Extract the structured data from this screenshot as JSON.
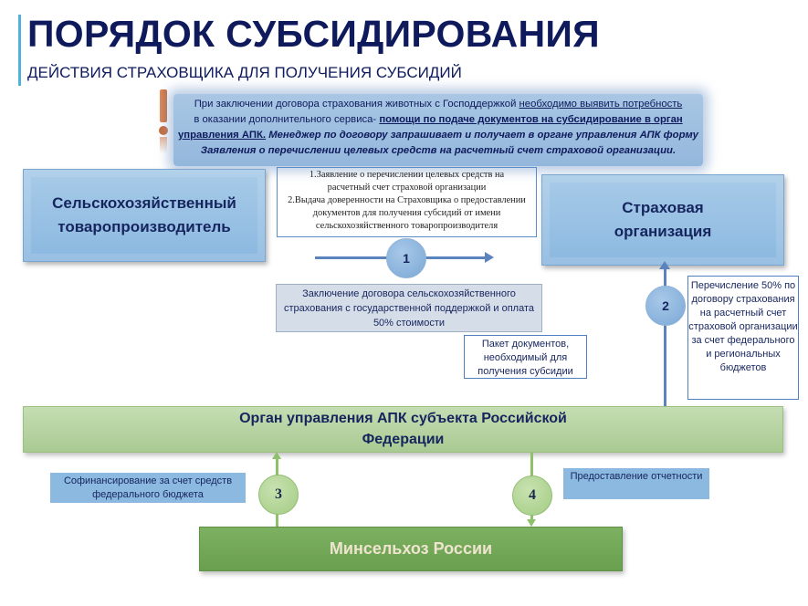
{
  "header": {
    "title": "ПОРЯДОК СУБСИДИРОВАНИЯ",
    "subtitle": "ДЕЙСТВИЯ СТРАХОВЩИКА ДЛЯ ПОЛУЧЕНИЯ СУБСИДИЙ"
  },
  "note": {
    "icon": "exclamation-icon",
    "part1": "При заключении договора страхования животных с Господдержкой ",
    "part2_underlined": "необходимо выявить потребность",
    "part3": " в оказании  дополнительного сервиса- ",
    "part4_bold_underlined": "помощи по подаче документов  на субсидирование в орган управления АПК.",
    "part5_bold_italic": "  Менеджер по договору запрашивает и получает в органе управления АПК форму Заявления о перечислении целевых средств на расчетный счет страховой организации."
  },
  "nodes": {
    "producer": "Сельскохозяйственный товаропроизводитель",
    "insurer": "Страховая организация",
    "apk": "Орган управления АПК субъекта Российской Федерации",
    "minselhoz": "Минсельхоз России"
  },
  "labels": {
    "docs_line1": "1.Заявление о перечислении целевых средств на расчетный счет страховой организации",
    "docs_line2": "2.Выдача доверенности на Страховщика о предоставлении документов для получения субсидий от имени сельскохозяйственного товаропроизводителя",
    "contract": "Заключение договора сельскохозяйственного страхования с государственной поддержкой и оплата 50% стоимости",
    "package": "Пакет документов, необходимый для получения субсидии",
    "transfer": "Перечисление 50% по договору страхования на расчетный счет страховой организации за счет федерального и региональных бюджетов",
    "cofinancing": "Софинансирование за счет средств федерального бюджета",
    "reporting": "Предоставление отчетности"
  },
  "steps": [
    "1",
    "2",
    "3",
    "4"
  ],
  "colors": {
    "title": "#0e1a5c",
    "accent_bar": "#4fb3d9",
    "blue_box": "#8bb8e0",
    "green_box": "#a9ca92",
    "dark_green_box": "#6a9f4f",
    "arrow_blue": "#5b84be",
    "arrow_green": "#8fc06a"
  }
}
